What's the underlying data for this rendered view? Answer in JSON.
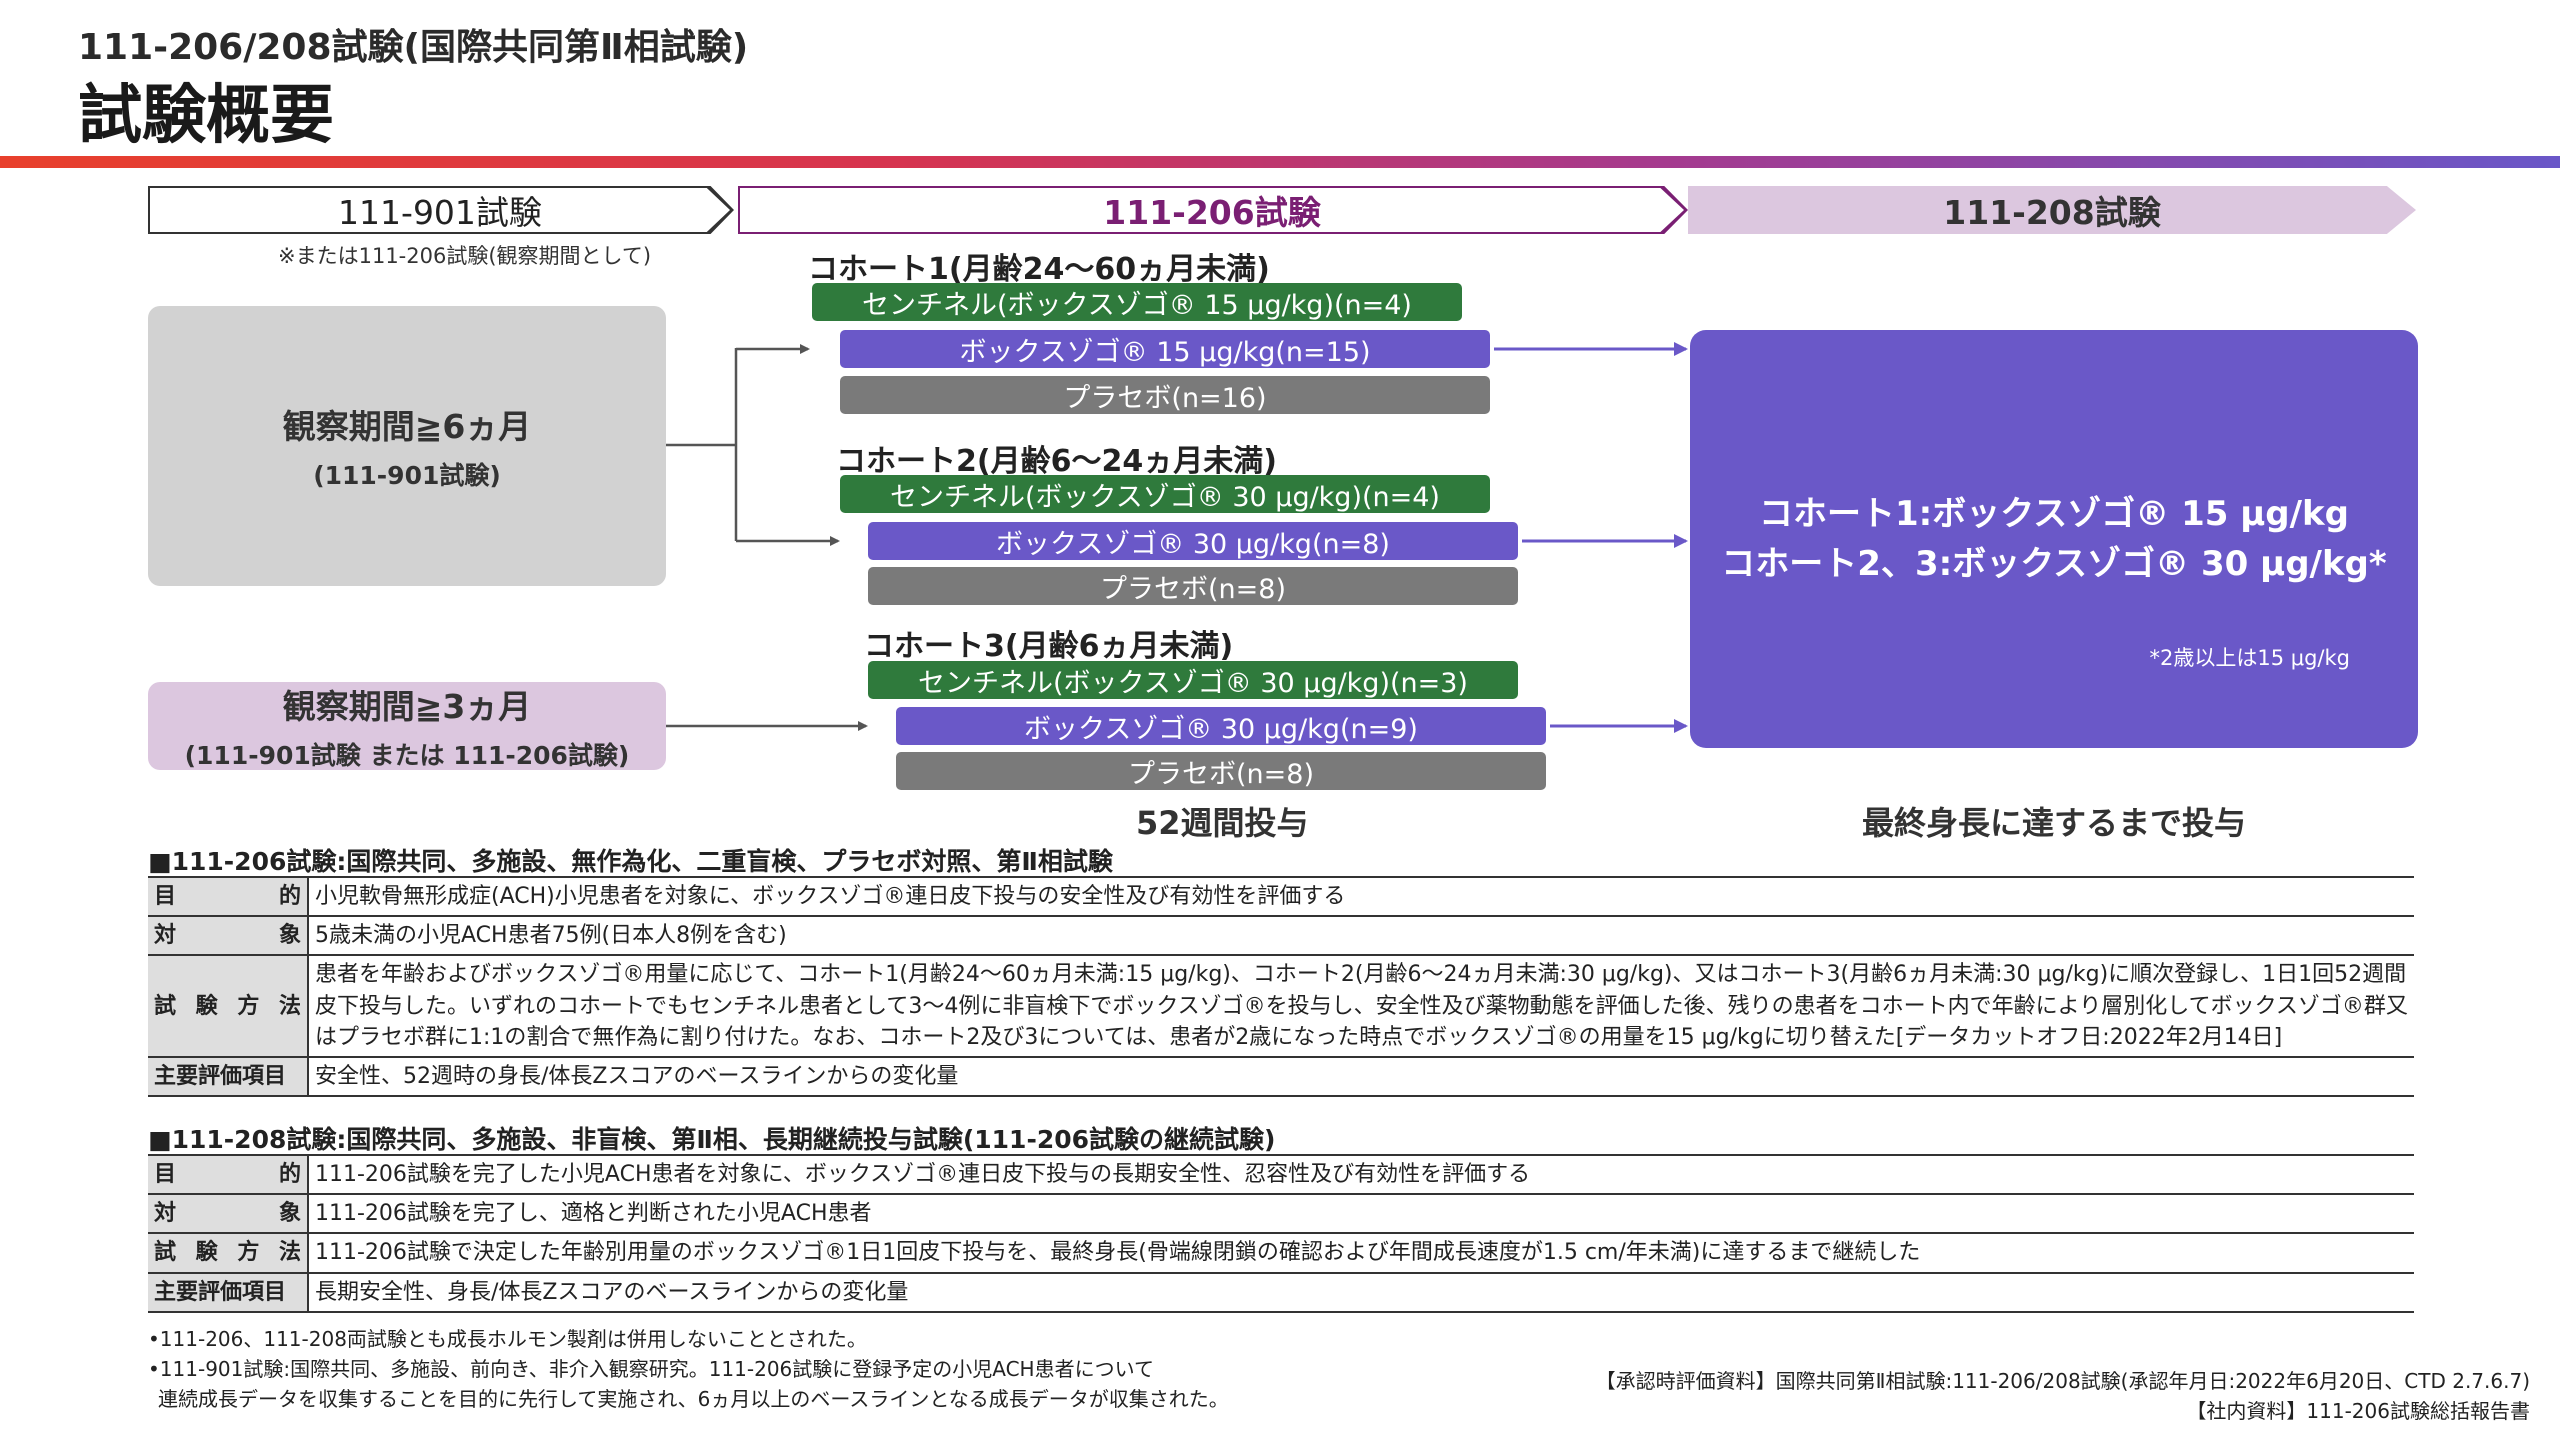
{
  "header": {
    "subtitle": "111-206/208試験(国際共同第Ⅱ相試験)",
    "title": "試験概要"
  },
  "phases": {
    "p901": "111-901試験",
    "p901_note": "※または111-206試験(観察期間として)",
    "p206": "111-206試験",
    "p208": "111-208試験"
  },
  "observation": {
    "obs6_main": "観察期間≧6ヵ月",
    "obs6_sub": "(111-901試験)",
    "obs3_main": "観察期間≧3ヵ月",
    "obs3_sub": "(111-901試験 または 111-206試験)"
  },
  "cohorts": [
    {
      "label": "コホート1(月齢24〜60ヵ月未満)",
      "sentinel": "センチネル(ボックスゾゴ® 15 μg/kg)(n=4)",
      "drug": "ボックスゾゴ® 15 μg/kg(n=15)",
      "placebo": "プラセボ(n=16)"
    },
    {
      "label": "コホート2(月齢6〜24ヵ月未満)",
      "sentinel": "センチネル(ボックスゾゴ® 30 μg/kg)(n=4)",
      "drug": "ボックスゾゴ® 30 μg/kg(n=8)",
      "placebo": "プラセボ(n=8)"
    },
    {
      "label": "コホート3(月齢6ヵ月未満)",
      "sentinel": "センチネル(ボックスゾゴ® 30 μg/kg)(n=3)",
      "drug": "ボックスゾゴ® 30 μg/kg(n=9)",
      "placebo": "プラセボ(n=8)"
    }
  ],
  "extension": {
    "line1": "コホート1:ボックスゾゴ® 15 μg/kg",
    "line2": "コホート2、3:ボックスゾゴ® 30 μg/kg*",
    "note": "*2歳以上は15 μg/kg"
  },
  "durations": {
    "d206": "52週間投与",
    "d208": "最終身長に達するまで投与"
  },
  "study206": {
    "heading": "■111-206試験:国際共同、多施設、無作為化、二重盲検、プラセボ対照、第Ⅱ相試験",
    "rows": [
      {
        "label": [
          "目",
          "的"
        ],
        "text": "小児軟骨無形成症(ACH)小児患者を対象に、ボックスゾゴ®連日皮下投与の安全性及び有効性を評価する"
      },
      {
        "label": [
          "対",
          "象"
        ],
        "text": "5歳未満の小児ACH患者75例(日本人8例を含む)"
      },
      {
        "label": [
          "試",
          "験",
          "方",
          "法"
        ],
        "text": "患者を年齢およびボックスゾゴ®用量に応じて、コホート1(月齢24〜60ヵ月未満:15 μg/kg)、コホート2(月齢6〜24ヵ月未満:30 μg/kg)、又はコホート3(月齢6ヵ月未満:30 μg/kg)に順次登録し、1日1回52週間皮下投与した。いずれのコホートでもセンチネル患者として3〜4例に非盲検下でボックスゾゴ®を投与し、安全性及び薬物動態を評価した後、残りの患者をコホート内で年齢により層別化してボックスゾゴ®群又はプラセボ群に1:1の割合で無作為に割り付けた。なお、コホート2及び3については、患者が2歳になった時点でボックスゾゴ®の用量を15 μg/kgに切り替えた[データカットオフ日:2022年2月14日]"
      },
      {
        "label": [
          "主要評価項目"
        ],
        "text": "安全性、52週時の身長/体長Zスコアのベースラインからの変化量"
      }
    ]
  },
  "study208": {
    "heading": "■111-208試験:国際共同、多施設、非盲検、第Ⅱ相、長期継続投与試験(111-206試験の継続試験)",
    "rows": [
      {
        "label": [
          "目",
          "的"
        ],
        "text": "111-206試験を完了した小児ACH患者を対象に、ボックスゾゴ®連日皮下投与の長期安全性、忍容性及び有効性を評価する"
      },
      {
        "label": [
          "対",
          "象"
        ],
        "text": "111-206試験を完了し、適格と判断された小児ACH患者"
      },
      {
        "label": [
          "試",
          "験",
          "方",
          "法"
        ],
        "text": "111-206試験で決定した年齢別用量のボックスゾゴ®1日1回皮下投与を、最終身長(骨端線閉鎖の確認および年間成長速度が1.5 cm/年未満)に達するまで継続した"
      },
      {
        "label": [
          "主要評価項目"
        ],
        "text": "長期安全性、身長/体長Zスコアのベースラインからの変化量"
      }
    ]
  },
  "footnotes": {
    "f1": "•111-206、111-208両試験とも成長ホルモン製剤は併用しないこととされた。",
    "f2": "•111-901試験:国際共同、多施設、前向き、非介入観察研究。111-206試験に登録予定の小児ACH患者について",
    "f3": "連続成長データを収集することを目的に先行して実施され、6ヵ月以上のベースラインとなる成長データが収集された。",
    "src1": "【承認時評価資料】国際共同第Ⅱ相試験:111-206/208試験(承認年月日:2022年6月20日、CTD 2.7.6.7)",
    "src2": "【社内資料】111-206試験総括報告書"
  },
  "colors": {
    "sentinel": "#2f7a3c",
    "drug": "#6a58c8",
    "placebo": "#7a7a7a",
    "accent206": "#7a1f73",
    "phase208": "#dcc7df"
  }
}
